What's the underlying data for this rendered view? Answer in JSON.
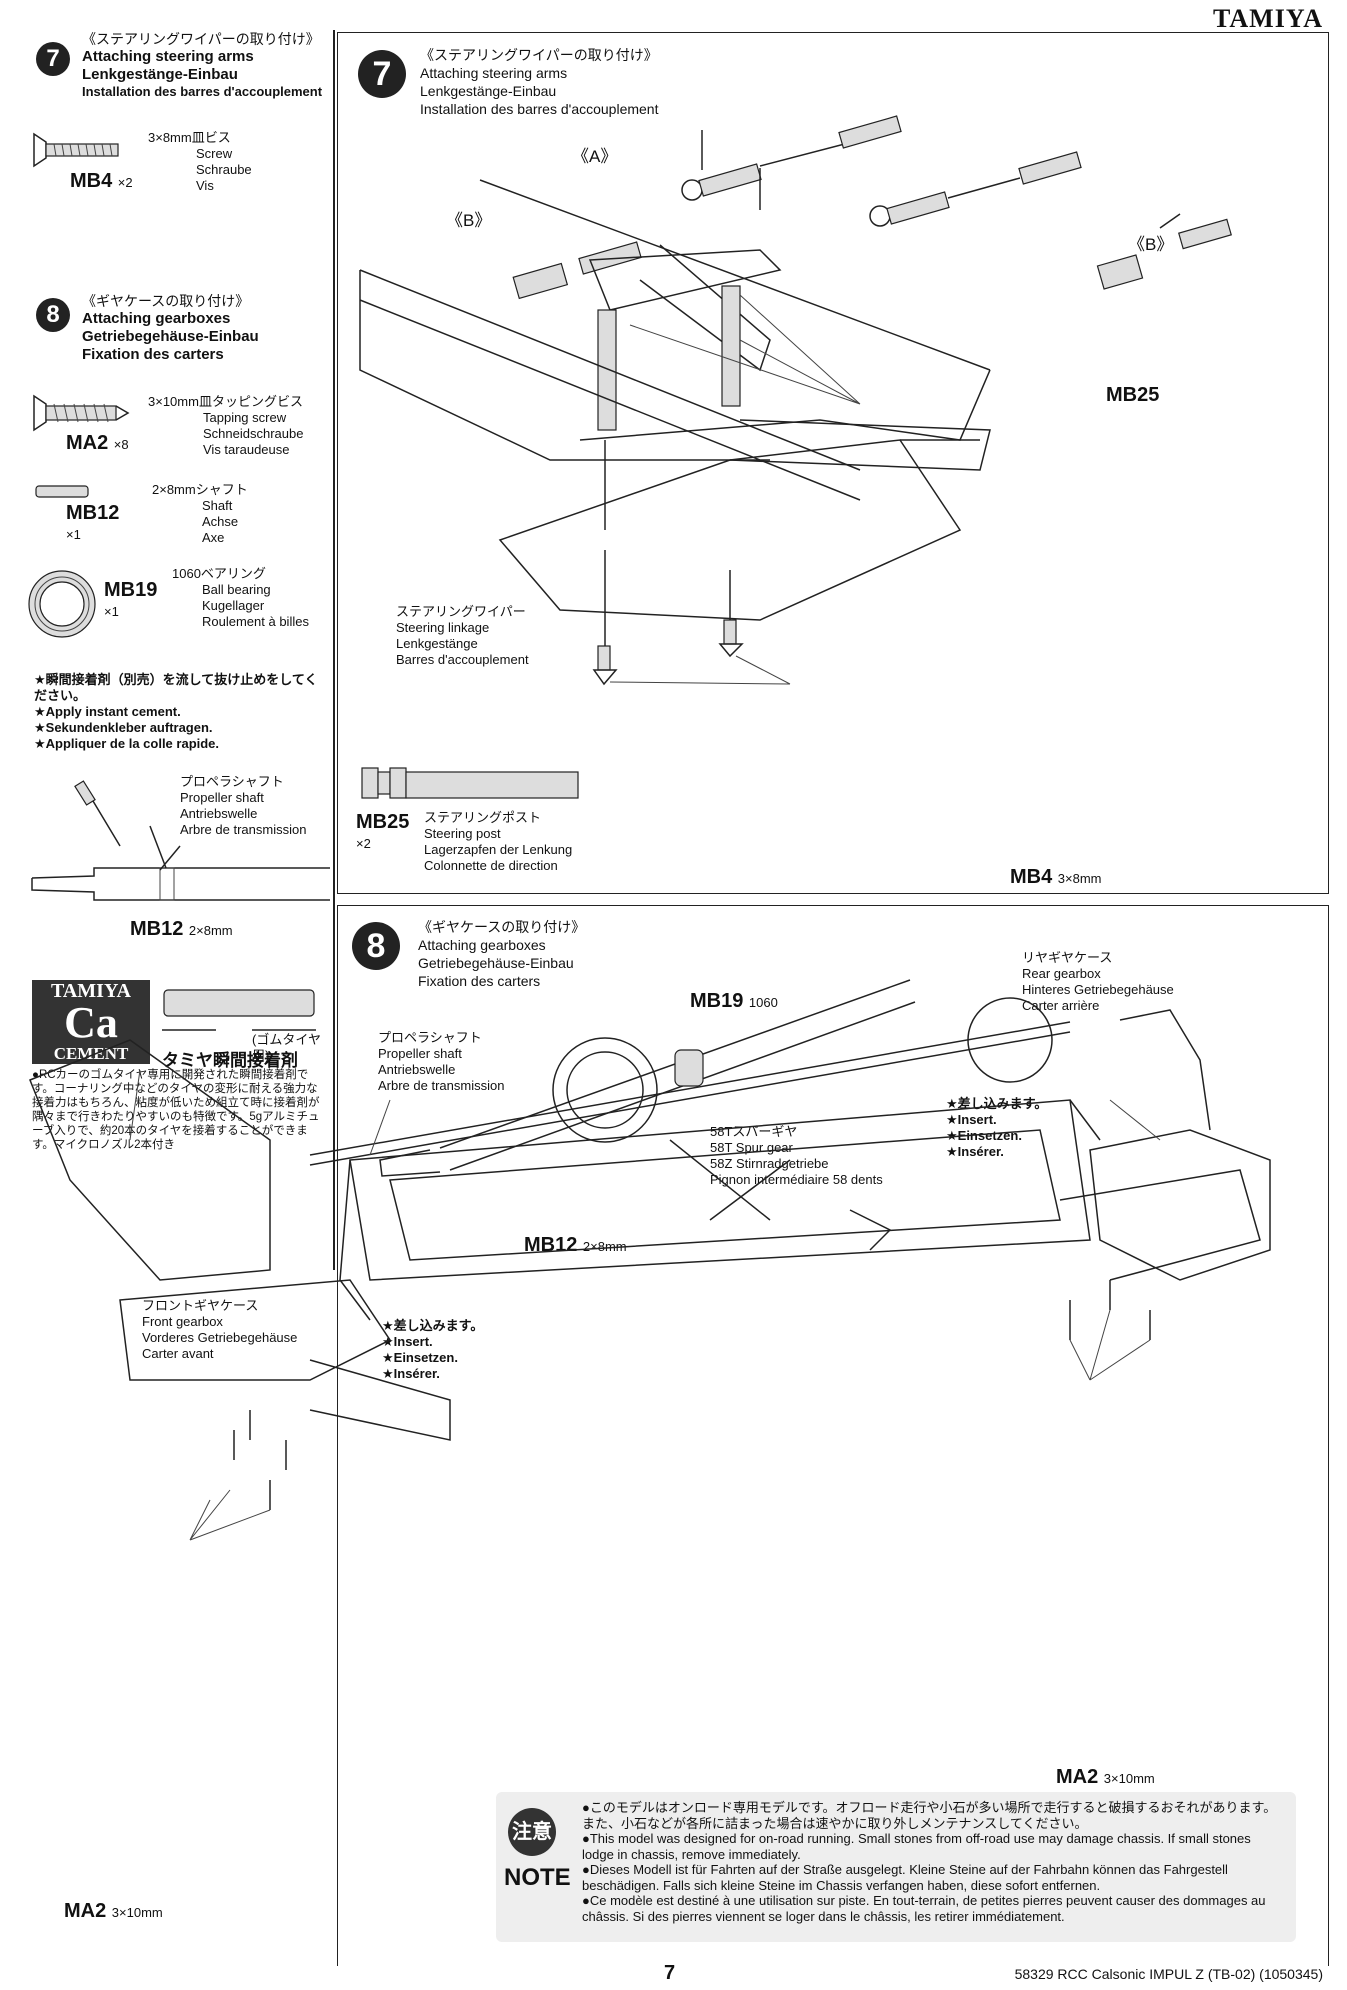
{
  "brand": "TAMIYA",
  "page_number": "7",
  "footer_code": "58329 RCC Calsonic IMPUL Z (TB-02) (1050345)",
  "step7": {
    "number": "7",
    "title_jp": "《ステアリングワイパーの取り付け》",
    "title_en": "Attaching steering arms",
    "title_de": "Lenkgestänge-Einbau",
    "title_fr": "Installation des barres d'accouplement"
  },
  "step8": {
    "number": "8",
    "title_jp": "《ギヤケースの取り付け》",
    "title_en": "Attaching gearboxes",
    "title_de": "Getriebegehäuse-Einbau",
    "title_fr": "Fixation des carters"
  },
  "parts": {
    "mb4": {
      "code": "MB4",
      "qty": "×2",
      "size_jp": "3×8mm皿ビス",
      "en": "Screw",
      "de": "Schraube",
      "fr": "Vis"
    },
    "ma2": {
      "code": "MA2",
      "qty": "×8",
      "size_jp": "3×10mm皿タッピングビス",
      "en": "Tapping screw",
      "de": "Schneidschraube",
      "fr": "Vis taraudeuse"
    },
    "mb12": {
      "code": "MB12",
      "qty": "×1",
      "size_jp": "2×8mmシャフト",
      "en": "Shaft",
      "de": "Achse",
      "fr": "Axe"
    },
    "mb19": {
      "code": "MB19",
      "qty": "×1",
      "size_jp": "1060ベアリング",
      "en": "Ball bearing",
      "de": "Kugellager",
      "fr": "Roulement à billes"
    },
    "mb25": {
      "code": "MB25",
      "qty": "×2",
      "size_jp": "ステアリングポスト",
      "en": "Steering post",
      "de": "Lagerzapfen der Lenkung",
      "fr": "Colonnette de direction"
    }
  },
  "cement_note": {
    "jp": "★瞬間接着剤（別売）を流して抜け止めをしてください。",
    "en": "★Apply instant cement.",
    "de": "★Sekundenkleber auftragen.",
    "fr": "★Appliquer de la colle rapide."
  },
  "propeller": {
    "jp": "プロペラシャフト",
    "en": "Propeller shaft",
    "de": "Antriebswelle",
    "fr": "Arbre de transmission"
  },
  "mb12_label": "MB12",
  "mb12_size": "2×8mm",
  "cement_ad": {
    "logo1": "TAMIYA",
    "logo2": "Ca",
    "logo3": "CEMENT",
    "sub": "(ゴムタイヤ用)",
    "name_jp": "タミヤ瞬間接着剤",
    "body_jp": "●RCカーのゴムタイヤ専用に開発された瞬間接着剤です。コーナリング中などのタイヤの変形に耐える強力な接着力はもちろん、粘度が低いため組立て時に接着剤が隅々まで行きわたりやすいのも特徴です。5gアルミチューブ入りで、約20本のタイヤを接着することができます。マイクロノズル2本付き"
  },
  "step7_diagram": {
    "label_a": "《A》",
    "label_b_left": "《B》",
    "label_b_right": "《B》",
    "mb25_label": "MB25",
    "linkage_jp": "ステアリングワイパー",
    "linkage_en": "Steering linkage",
    "linkage_de": "Lenkgestänge",
    "linkage_fr": "Barres d'accouplement",
    "mb4_label": "MB4",
    "mb4_size": "3×8mm"
  },
  "step8_diagram": {
    "mb19_label": "MB19",
    "mb19_size": "1060",
    "propeller_jp": "プロペラシャフト",
    "propeller_en": "Propeller shaft",
    "propeller_de": "Antriebswelle",
    "propeller_fr": "Arbre de transmission",
    "spur_jp": "58Tスパーギヤ",
    "spur_en": "58T Spur gear",
    "spur_de": "58Z Stirnradgetriebe",
    "spur_fr": "Pignon intermédiaire 58 dents",
    "mb12_label": "MB12",
    "mb12_size": "2×8mm",
    "rear_jp": "リヤギヤケース",
    "rear_en": "Rear gearbox",
    "rear_de": "Hinteres Getriebegehäuse",
    "rear_fr": "Carter arrière",
    "insert_jp": "★差し込みます。",
    "insert_en": "★Insert.",
    "insert_de": "★Einsetzen.",
    "insert_fr": "★Insérer.",
    "front_jp": "フロントギヤケース",
    "front_en": "Front gearbox",
    "front_de": "Vorderes Getriebegehäuse",
    "front_fr": "Carter avant",
    "ma2_label": "MA2",
    "ma2_size": "3×10mm"
  },
  "notice": {
    "badge_jp": "注意",
    "badge_en": "NOTE",
    "jp": "●このモデルはオンロード専用モデルです。オフロード走行や小石が多い場所で走行すると破損するおそれがあります。また、小石などが各所に詰まった場合は速やかに取り外しメンテナンスしてください。",
    "en": "●This model was designed for on-road running. Small stones from off-road use may damage chassis. If small stones lodge in chassis, remove immediately.",
    "de": "●Dieses Modell ist für Fahrten auf der Straße ausgelegt. Kleine Steine auf der Fahrbahn können das Fahrgestell beschädigen. Falls sich kleine Steine im Chassis verfangen haben, diese sofort entfernen.",
    "fr": "●Ce modèle est destiné à une utilisation sur piste. En tout-terrain, de petites pierres peuvent causer des dommages au châssis. Si des pierres viennent se loger dans le châssis, les retirer immédiatement."
  }
}
